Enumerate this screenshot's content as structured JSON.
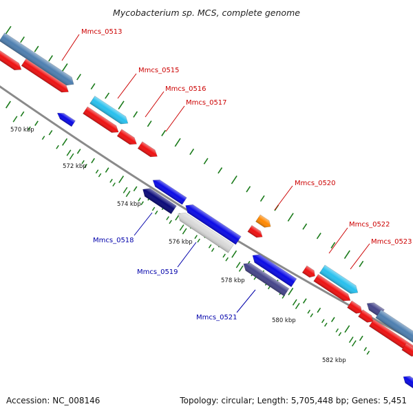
{
  "title": "Mycobacterium sp. MCS, complete genome",
  "footer": {
    "accession": "Accession: NC_008146",
    "summary": "Topology: circular; Length: 5,705,448 bp; Genes: 5,451"
  },
  "colors": {
    "forward_label": "#cc0000",
    "reverse_label": "#0000aa",
    "backbone": "#8a8a8a",
    "tick": "#1a7a1a",
    "red_gene": "#ee1111",
    "blue_gene": "#0a0ae6",
    "steel_gene": "#4e7fb0",
    "cyan_gene": "#28c0ee",
    "navy_gene": "#0a0a78",
    "slate_gene": "#45458a",
    "white_gene": "#d8d8d8",
    "orange_gene": "#ff8800"
  },
  "scale_labels": [
    "570 kbp",
    "572 kbp",
    "574 kbp",
    "576 kbp",
    "578 kbp",
    "580 kbp",
    "582 kbp"
  ],
  "gene_labels": {
    "forward": [
      "Mmcs_0513",
      "Mmcs_0515",
      "Mmcs_0516",
      "Mmcs_0517",
      "Mmcs_0520",
      "Mmcs_0522",
      "Mmcs_0523"
    ],
    "reverse": [
      "Mmcs_0518",
      "Mmcs_0519",
      "Mmcs_0521"
    ]
  }
}
